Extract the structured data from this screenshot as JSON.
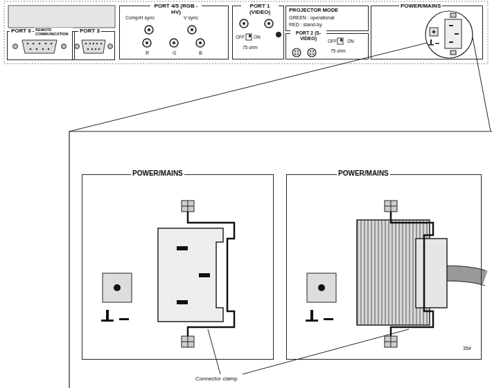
{
  "diagram": {
    "nodes": [
      {
        "text": [
          "PORT 6",
          "REMOTE COMMUNICATION"
        ]
      },
      {
        "text": [
          "PORT 3"
        ]
      },
      {
        "text": [
          "PORT 4/5 (RGB - HV)",
          "Comp/H sync",
          "V sync",
          "R",
          "G",
          "B"
        ]
      },
      {
        "text": [
          "PORT 1 (VIDEO)",
          "OFF",
          "ON",
          "75 ohm"
        ]
      },
      {
        "text": [
          "PROJECTOR MODE",
          "GREEN : operational",
          "RED : stand-by"
        ]
      },
      {
        "text": [
          "PORT 2 (S-VIDEO)",
          "OFF",
          "ON",
          "75 ohm"
        ]
      },
      {
        "text": [
          "POWER/MAINS"
        ]
      },
      {
        "text": [
          "POWER/MAINS"
        ]
      },
      {
        "text": [
          "POWER/MAINS"
        ]
      }
    ],
    "labels": [
      "Connector clamp",
      "354"
    ]
  }
}
